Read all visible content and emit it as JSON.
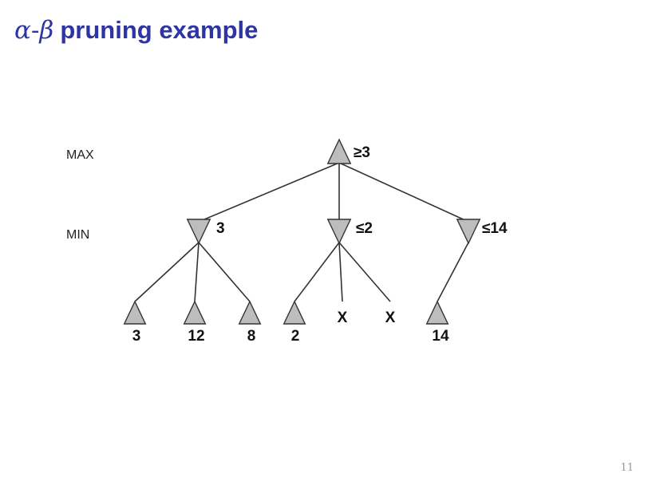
{
  "title": {
    "alpha": "α",
    "dash": "-",
    "beta": "β",
    "text": "pruning example"
  },
  "levels": {
    "max": "MAX",
    "min": "MIN"
  },
  "root": {
    "label": "≥3"
  },
  "min_nodes": [
    {
      "label": "3"
    },
    {
      "label": "≤2"
    },
    {
      "label": "≤14"
    }
  ],
  "leaves": [
    {
      "label": "3",
      "parent": 0,
      "pruned": false
    },
    {
      "label": "12",
      "parent": 0,
      "pruned": false
    },
    {
      "label": "8",
      "parent": 0,
      "pruned": false
    },
    {
      "label": "2",
      "parent": 1,
      "pruned": false
    },
    {
      "label": "X",
      "parent": 1,
      "pruned": true
    },
    {
      "label": "X",
      "parent": 1,
      "pruned": true
    },
    {
      "label": "14",
      "parent": 2,
      "pruned": false
    }
  ],
  "page_number": "11",
  "colors": {
    "title": "#2e35a3",
    "node_fill": "#bdbdbd",
    "node_stroke": "#333333",
    "edge": "#333333"
  }
}
